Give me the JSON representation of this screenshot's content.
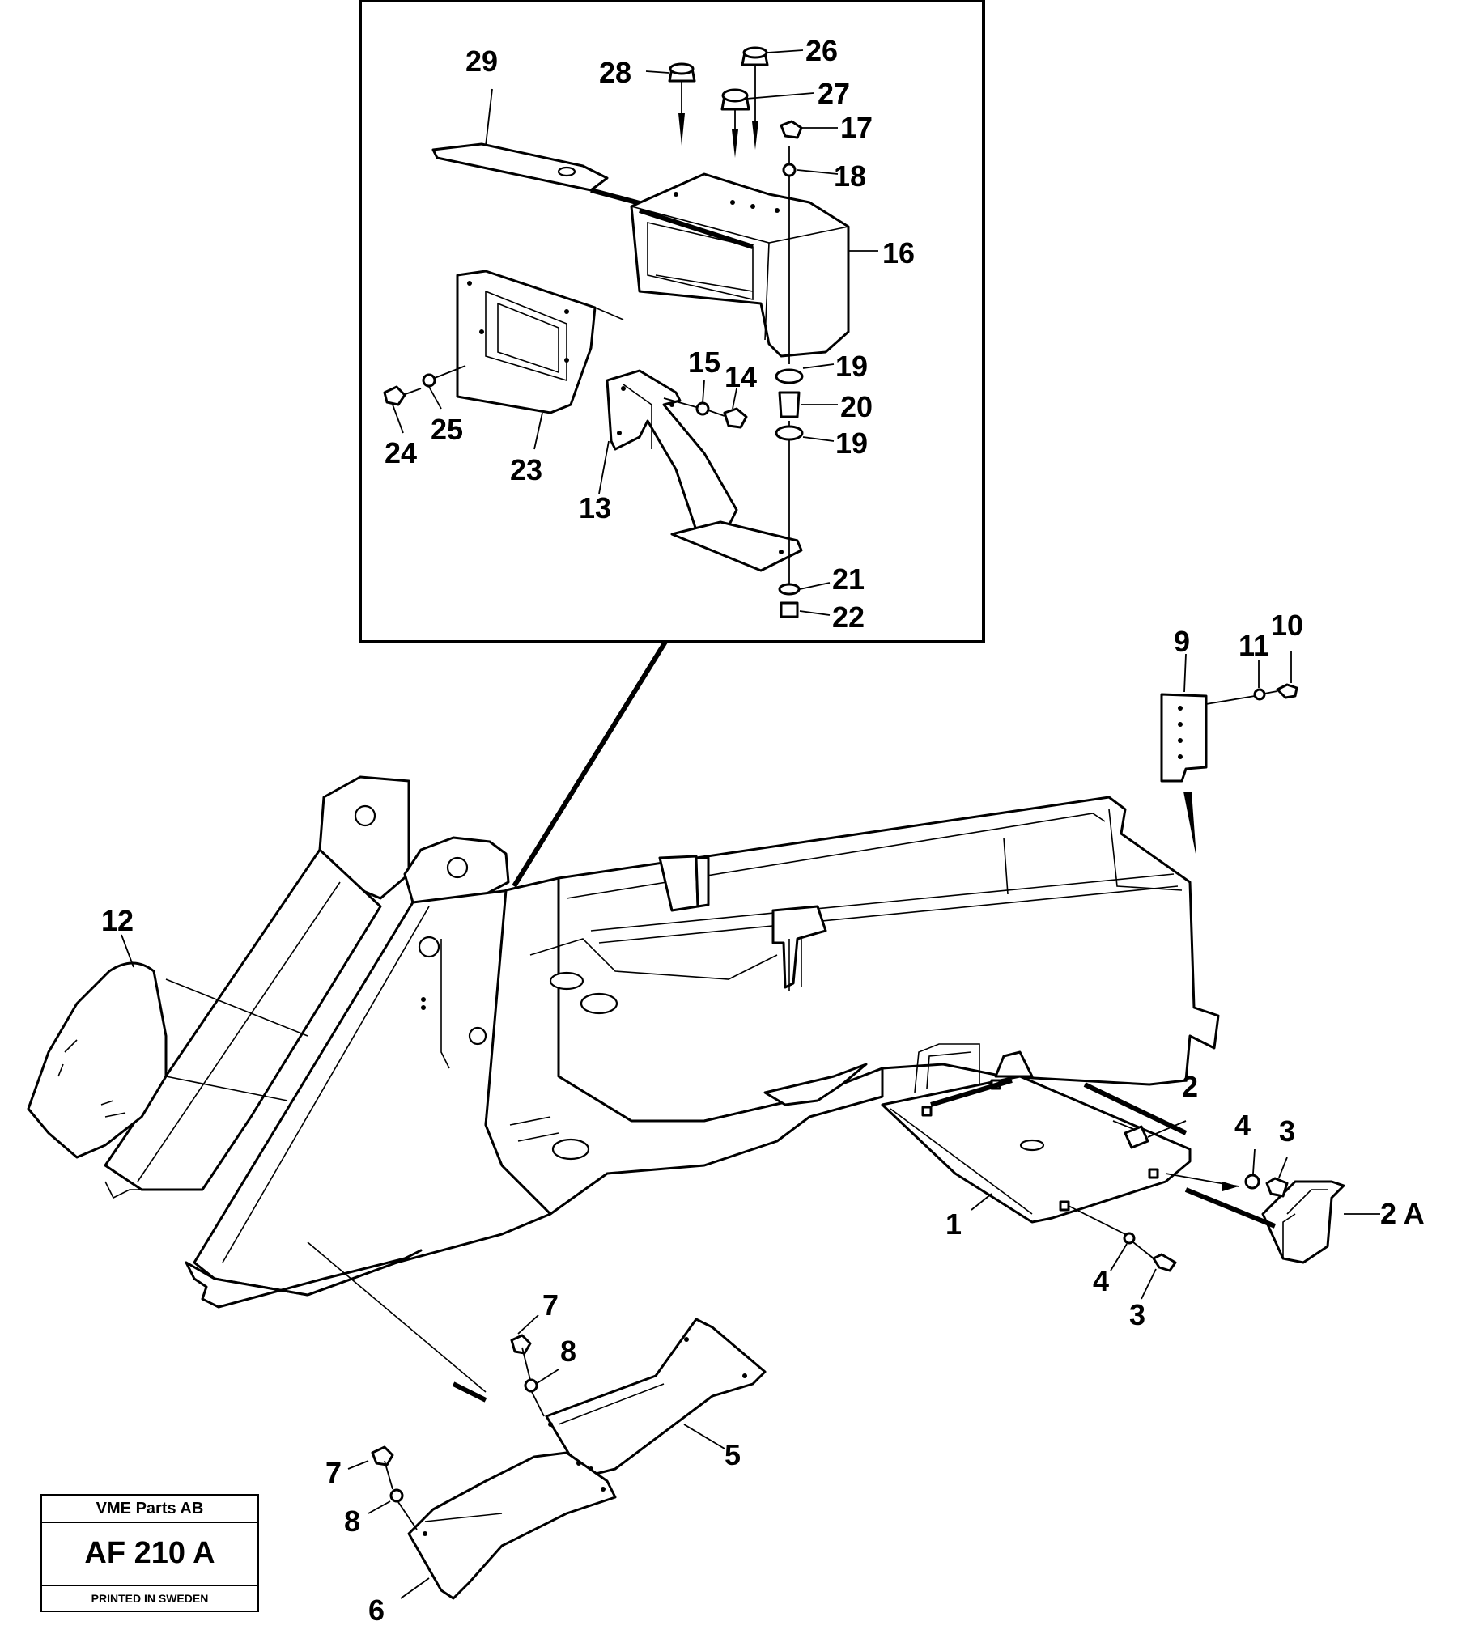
{
  "diagram": {
    "callouts": {
      "c1": "1",
      "c2": "2",
      "c2a": "2 A",
      "c3a": "3",
      "c3b": "3",
      "c4a": "4",
      "c4b": "4",
      "c5": "5",
      "c6": "6",
      "c7a": "7",
      "c7b": "7",
      "c8a": "8",
      "c8b": "8",
      "c9": "9",
      "c10": "10",
      "c11": "11",
      "c12": "12",
      "c13": "13",
      "c14": "14",
      "c15": "15",
      "c16": "16",
      "c17": "17",
      "c18": "18",
      "c19a": "19",
      "c19b": "19",
      "c20": "20",
      "c21": "21",
      "c22": "22",
      "c23": "23",
      "c24": "24",
      "c25": "25",
      "c26": "26",
      "c27": "27",
      "c28": "28",
      "c29": "29"
    }
  },
  "title_block": {
    "company": "VME Parts AB",
    "drawing_number": "AF 210 A",
    "printed": "PRINTED IN SWEDEN"
  }
}
